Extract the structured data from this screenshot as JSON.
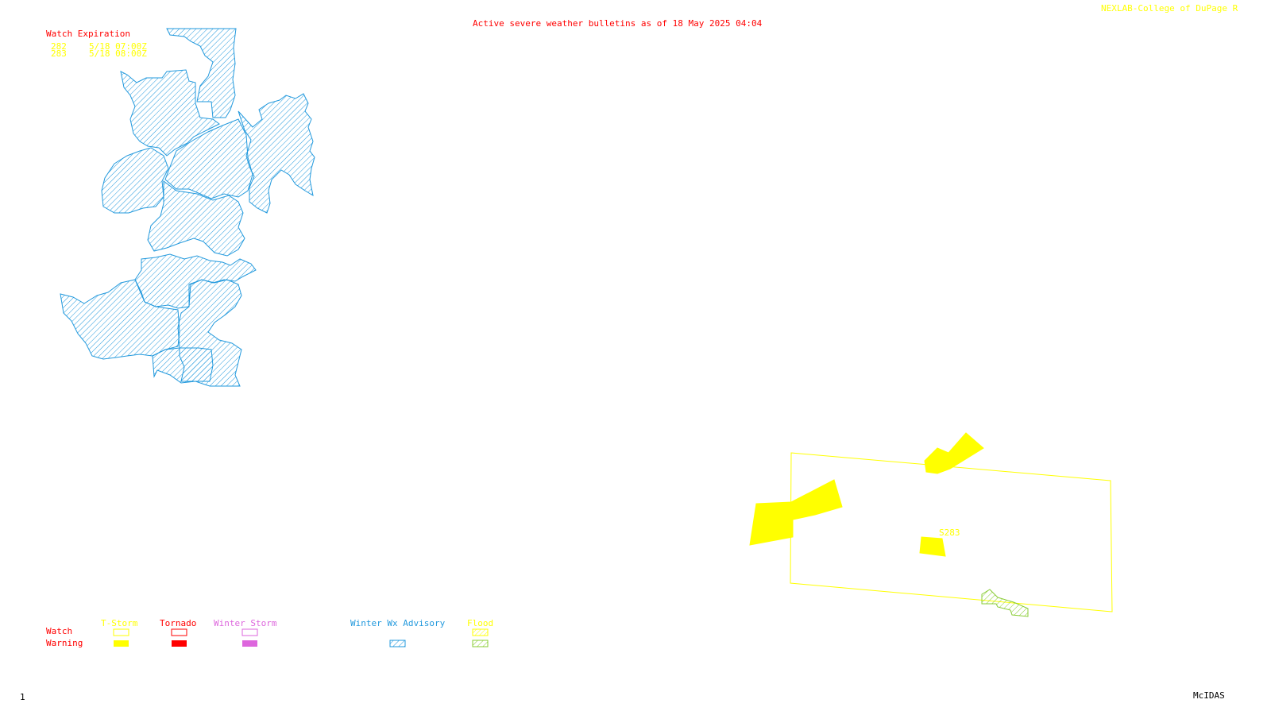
{
  "header": {
    "title": "Active severe weather bulletins as of 18 May 2025 04:04",
    "credit": "NEXLAB-College of DuPage R"
  },
  "watch_expiration": {
    "heading": "Watch Expiration",
    "rows": [
      {
        "id": "282",
        "time": "5/18 07:00Z"
      },
      {
        "id": "283",
        "time": "5/18 08:00Z"
      }
    ]
  },
  "map_labels": {
    "watch_box_label": "S283"
  },
  "legend": {
    "row_labels": [
      "Watch",
      "Warning"
    ],
    "categories": [
      {
        "label": "T-Storm",
        "color": "#ffff00"
      },
      {
        "label": "Tornado",
        "color": "#ff0000"
      },
      {
        "label": "Winter Storm",
        "color": "#dd66dd"
      },
      {
        "label": "Winter Wx Advisory",
        "color": "#2299dd"
      },
      {
        "label": "Flood",
        "color": "#88cc33"
      }
    ]
  },
  "footer": {
    "frame_number": "1",
    "software": "McIDAS"
  },
  "colors": {
    "title": "#ff0000",
    "credit": "#ffff00",
    "expiration_heading": "#ff0000",
    "expiration_rows": "#ffff00",
    "winter_advisory": "#2299dd",
    "tstorm": "#ffff00",
    "flood": "#88cc33",
    "footer": "#000000"
  }
}
